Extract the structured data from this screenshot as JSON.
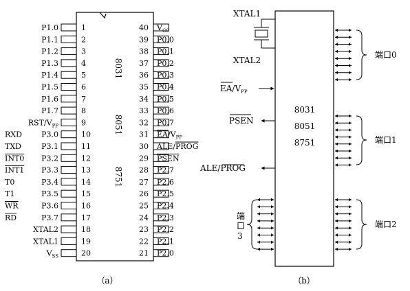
{
  "figure_a": {
    "caption": "（a）",
    "chip_labels": [
      "8031",
      "8051",
      "8751"
    ],
    "left_pins": [
      {
        "num": "1",
        "name": "P1.0"
      },
      {
        "num": "2",
        "name": "P1.1"
      },
      {
        "num": "3",
        "name": "P1.2"
      },
      {
        "num": "4",
        "name": "P1.3"
      },
      {
        "num": "5",
        "name": "P1.4"
      },
      {
        "num": "6",
        "name": "P1.5"
      },
      {
        "num": "7",
        "name": "P1.6"
      },
      {
        "num": "8",
        "name": "P1.7"
      },
      {
        "num": "9",
        "name": "RST/V",
        "sub": "PP"
      },
      {
        "num": "10",
        "name": "P3.0",
        "alt": "RXD"
      },
      {
        "num": "11",
        "name": "P3.1",
        "alt": "TXD"
      },
      {
        "num": "12",
        "name": "P3.2",
        "alt": "INT0",
        "over": true
      },
      {
        "num": "13",
        "name": "P3.3",
        "alt": "INT1",
        "over": true
      },
      {
        "num": "14",
        "name": "P3.4",
        "alt": "T0"
      },
      {
        "num": "15",
        "name": "P3.5",
        "alt": "T1"
      },
      {
        "num": "16",
        "name": "P3.6",
        "alt": "WR",
        "over": true
      },
      {
        "num": "17",
        "name": "P3.7",
        "alt": "RD",
        "over": true
      },
      {
        "num": "18",
        "name": "XTAL2"
      },
      {
        "num": "19",
        "name": "XTAL1"
      },
      {
        "num": "20",
        "name": "V",
        "sub": "SS"
      }
    ],
    "right_pins": [
      {
        "num": "40",
        "name": "V",
        "sub": "CC"
      },
      {
        "num": "39",
        "name": "P0.0"
      },
      {
        "num": "38",
        "name": "P0.1"
      },
      {
        "num": "37",
        "name": "P0.2"
      },
      {
        "num": "36",
        "name": "P0.3"
      },
      {
        "num": "35",
        "name": "P0.4"
      },
      {
        "num": "34",
        "name": "P0.5"
      },
      {
        "num": "33",
        "name": "P0.6"
      },
      {
        "num": "32",
        "name": "P0.7"
      },
      {
        "num": "31",
        "name": "EA/V",
        "sub": "PP",
        "over_part": "EA"
      },
      {
        "num": "30",
        "name": "ALE/PROG",
        "over_part": "PROG"
      },
      {
        "num": "29",
        "name": "PSEN",
        "over_part": "PSEN"
      },
      {
        "num": "28",
        "name": "P2.7"
      },
      {
        "num": "27",
        "name": "P2.6"
      },
      {
        "num": "26",
        "name": "P2.5"
      },
      {
        "num": "25",
        "name": "P2.4"
      },
      {
        "num": "24",
        "name": "P2.3"
      },
      {
        "num": "23",
        "name": "P2.2"
      },
      {
        "num": "22",
        "name": "P2.1"
      },
      {
        "num": "21",
        "name": "P2.0"
      }
    ]
  },
  "figure_b": {
    "caption": "（b）",
    "chip_labels": [
      "8031",
      "8051",
      "8751"
    ],
    "xtal1": "XTAL1",
    "xtal2": "XTAL2",
    "ea": {
      "main": "EA/V",
      "sub": "PP"
    },
    "psen": "PSEN",
    "ale": "ALE/PROG",
    "port0": "端口0",
    "port1": "端口1",
    "port2": "端口2",
    "port3": [
      "端",
      "口",
      "3"
    ]
  }
}
